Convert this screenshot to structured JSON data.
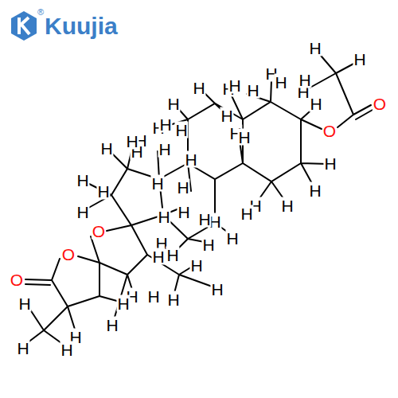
{
  "diagram": {
    "labels": [
      "Kuujia",
      "®",
      "H",
      "H",
      "H",
      "H",
      "O",
      "O",
      "H",
      "H",
      "H",
      "H",
      "H",
      "H",
      "H",
      "H",
      "H",
      "H",
      "H",
      "H",
      "H",
      "H",
      "H",
      "H",
      "H",
      "H",
      "H",
      "H",
      "H",
      "H",
      "H",
      "H",
      "H",
      "H",
      "H",
      "H",
      "H",
      "H",
      "H",
      "H",
      "H",
      "H",
      "H",
      "H",
      "O",
      "H",
      "H",
      "H",
      "H",
      "H",
      "H",
      "H",
      "H",
      "H",
      "H",
      "H",
      "H",
      "H",
      "H",
      "H",
      "O",
      "O"
    ]
  }
}
